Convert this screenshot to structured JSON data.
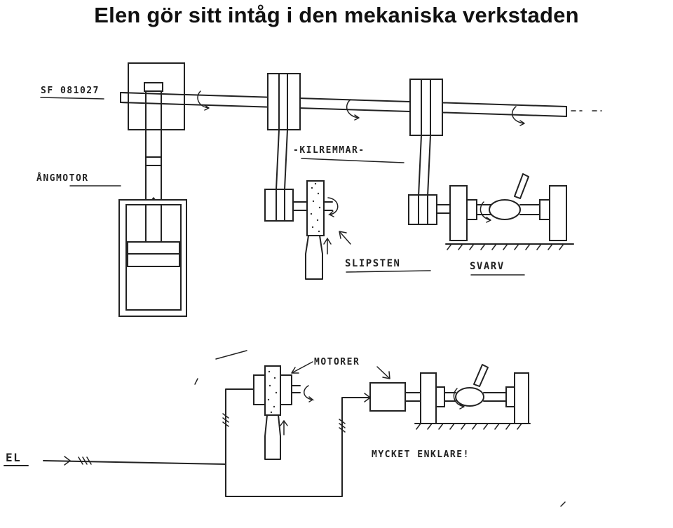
{
  "title": "Elen gör sitt intåg i den mekaniska verkstaden",
  "labels": {
    "code": "SF 081027",
    "steam_motor": "ÅNGMOTOR",
    "v_belts": "-KILREMMAR-",
    "grindstone": "SLIPSTEN",
    "lathe": "SVARV",
    "motors": "MOTORER",
    "electricity": "EL",
    "simpler": "MYCKET ENKLARE!"
  }
}
